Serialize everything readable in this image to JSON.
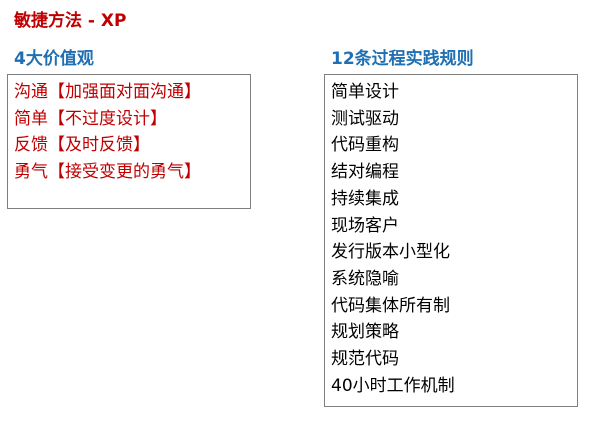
{
  "title": "敏捷方法 - XP",
  "values_section": {
    "heading": "4大价值观",
    "items": [
      "沟通【加强面对面沟通】",
      "简单【不过度设计】",
      "反馈【及时反馈】",
      "勇气【接受变更的勇气】"
    ]
  },
  "rules_section": {
    "heading": "12条过程实践规则",
    "items": [
      "简单设计",
      "测试驱动",
      "代码重构",
      "结对编程",
      "持续集成",
      "现场客户",
      "发行版本小型化",
      "系统隐喻",
      "代码集体所有制",
      "规划策略",
      "规范代码",
      "40小时工作机制"
    ]
  },
  "colors": {
    "title": "#c00000",
    "heading": "#1f6fb2",
    "value_text": "#c00000",
    "rule_text": "#000000",
    "border": "#7f7f7f"
  }
}
